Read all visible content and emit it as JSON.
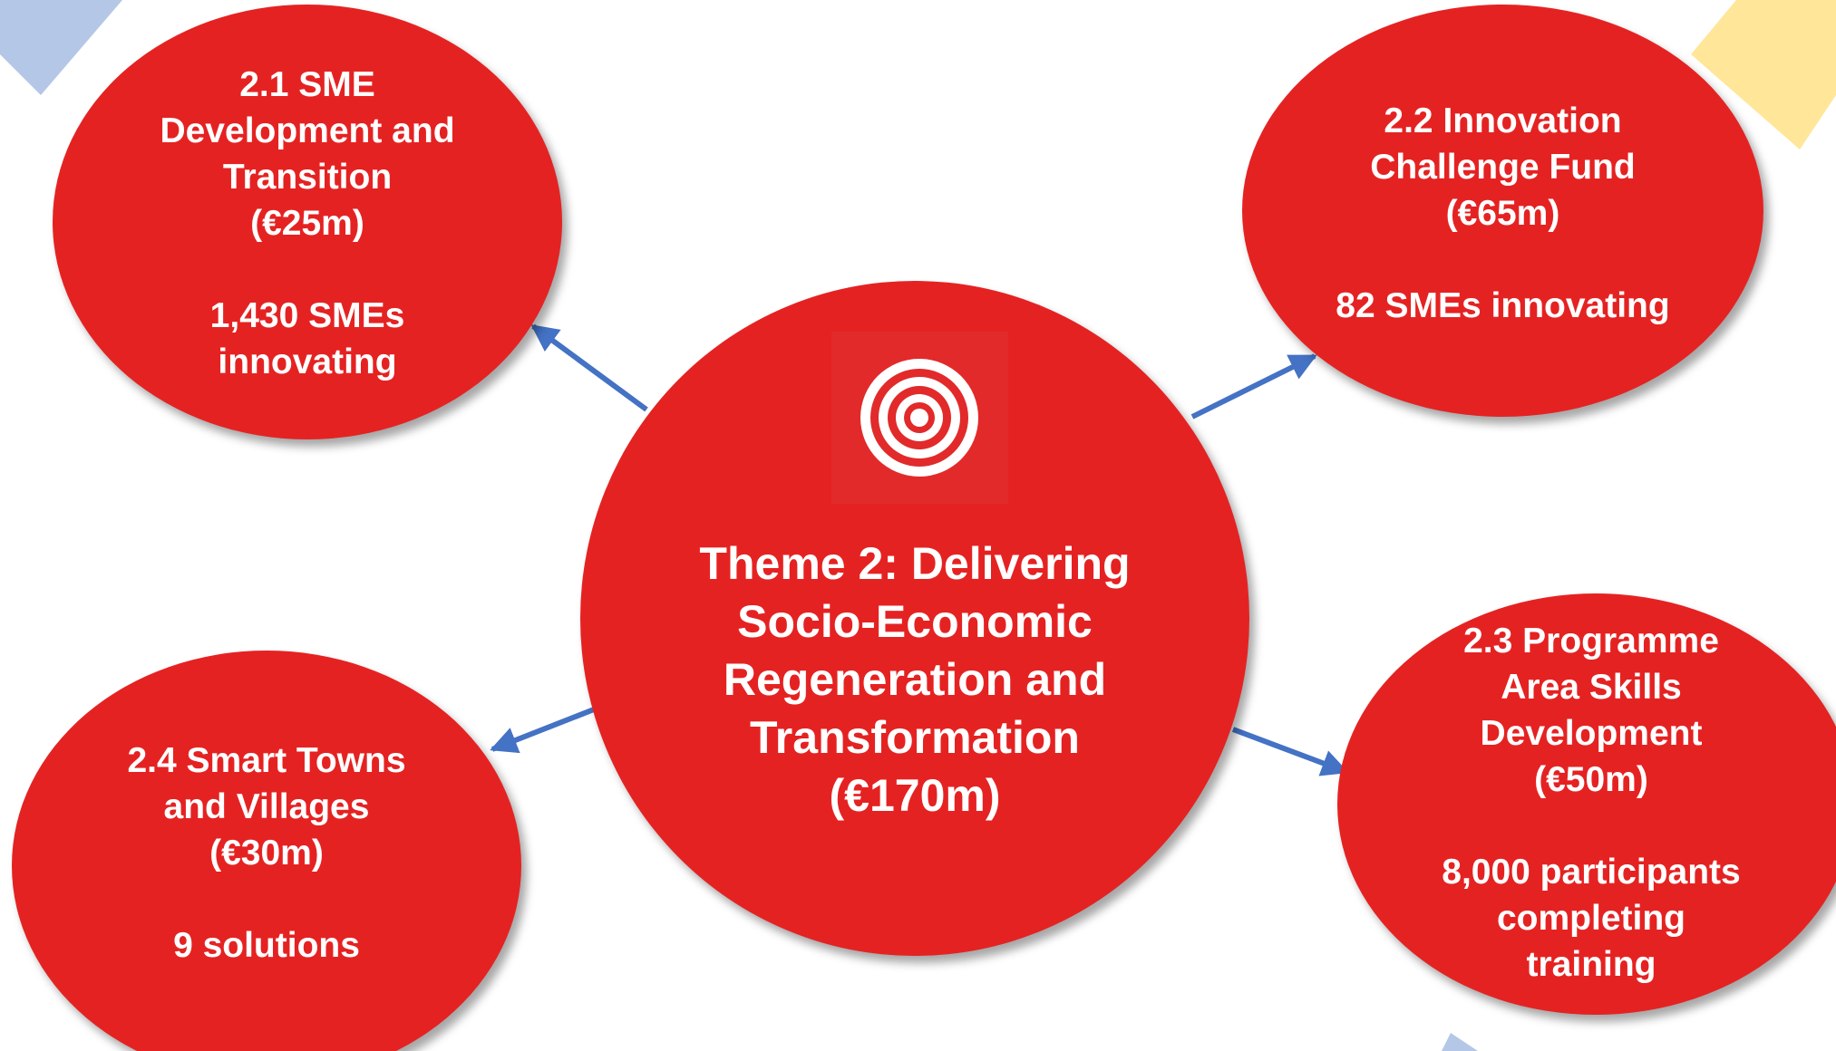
{
  "colors": {
    "bubble": "#e52222",
    "bubble_text": "#ffffff",
    "arrow": "#4472c4",
    "corner_blue": "#b4c7e7",
    "corner_yellow": "#ffe699"
  },
  "center": {
    "icon": "target-icon",
    "lines": [
      "Theme 2:  Delivering",
      "Socio-Economic",
      "Regeneration and",
      "Transformation",
      "(€170m)"
    ]
  },
  "nodes": {
    "n21": {
      "heading": [
        "2.1 SME",
        "Development and",
        "Transition",
        "(€25m)"
      ],
      "detail": [
        "1,430 SMEs",
        "innovating"
      ]
    },
    "n22": {
      "heading": [
        "2.2 Innovation",
        "Challenge Fund",
        "(€65m)"
      ],
      "detail": [
        "82 SMEs innovating"
      ]
    },
    "n23": {
      "heading": [
        "2.3 Programme",
        "Area Skills",
        "Development",
        "(€50m)"
      ],
      "detail": [
        "8,000 participants",
        "completing",
        "training"
      ]
    },
    "n24": {
      "heading": [
        "2.4 Smart Towns",
        "and Villages",
        "(€30m)"
      ],
      "detail": [
        "9 solutions"
      ]
    }
  }
}
